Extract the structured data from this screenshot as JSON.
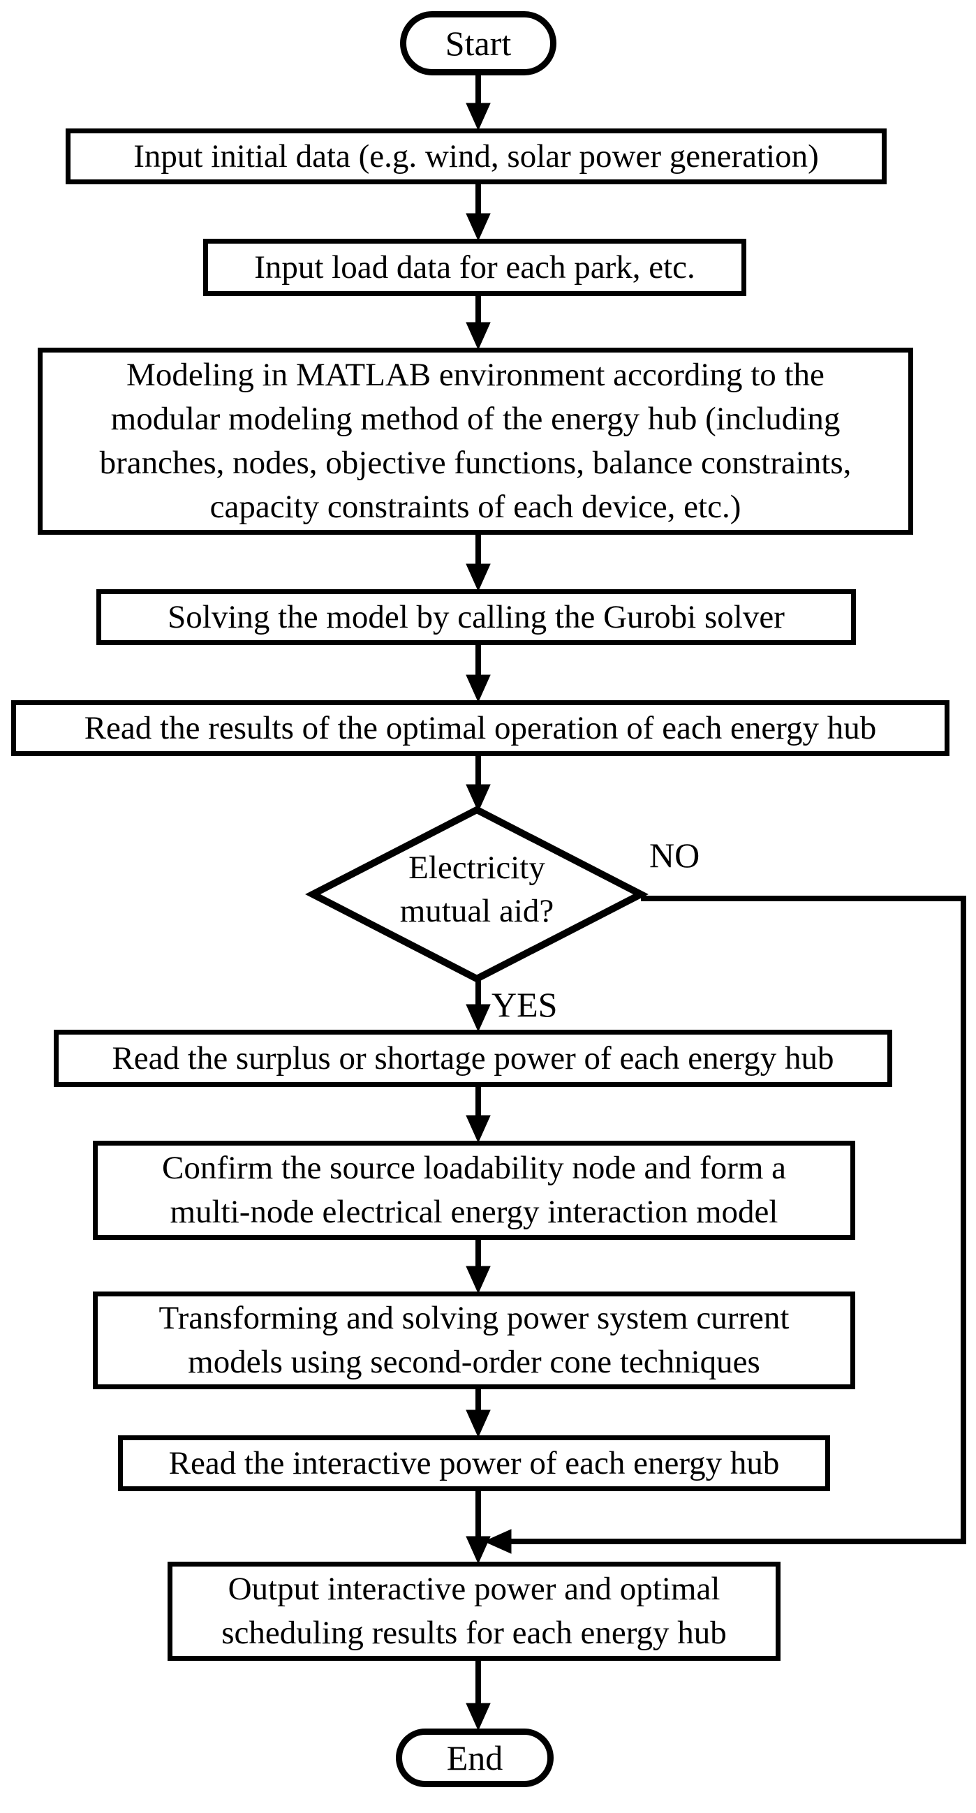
{
  "flowchart": {
    "title": "Energy hub optimal scheduling flowchart",
    "colors": {
      "stroke": "#000000",
      "fill": "#ffffff",
      "text": "#000000"
    },
    "nodes": {
      "start": {
        "type": "terminator",
        "label": "Start"
      },
      "input_initial": {
        "type": "process",
        "label": "Input initial data (e.g. wind, solar power generation)"
      },
      "input_load": {
        "type": "process",
        "label": "Input load data for each park, etc."
      },
      "matlab_modeling": {
        "type": "process",
        "label": "Modeling in MATLAB environment according to the\nmodular modeling method of the energy hub (including\nbranches, nodes, objective functions, balance constraints,\ncapacity constraints of each device, etc.)"
      },
      "solve_gurobi": {
        "type": "process",
        "label": "Solving the model by calling the Gurobi solver"
      },
      "read_results": {
        "type": "process",
        "label": "Read the results of the optimal operation of each energy hub"
      },
      "decision": {
        "type": "decision",
        "label": "Electricity\nmutual aid?"
      },
      "read_surplus": {
        "type": "process",
        "label": "Read the surplus or shortage power of each energy hub"
      },
      "confirm_node": {
        "type": "process",
        "label": "Confirm the source loadability node and form a\nmulti-node electrical energy interaction model"
      },
      "transform_solve": {
        "type": "process",
        "label": "Transforming and solving power system current\nmodels using second-order cone techniques"
      },
      "read_interactive": {
        "type": "process",
        "label": "Read the interactive power of each energy hub"
      },
      "output_results": {
        "type": "process",
        "label": "Output interactive power and optimal\nscheduling results for each energy hub"
      },
      "end": {
        "type": "terminator",
        "label": "End"
      }
    },
    "edge_labels": {
      "yes": "YES",
      "no": "NO"
    },
    "edges": [
      {
        "from": "start",
        "to": "input_initial",
        "label": ""
      },
      {
        "from": "input_initial",
        "to": "input_load",
        "label": ""
      },
      {
        "from": "input_load",
        "to": "matlab_modeling",
        "label": ""
      },
      {
        "from": "matlab_modeling",
        "to": "solve_gurobi",
        "label": ""
      },
      {
        "from": "solve_gurobi",
        "to": "read_results",
        "label": ""
      },
      {
        "from": "read_results",
        "to": "decision",
        "label": ""
      },
      {
        "from": "decision",
        "to": "read_surplus",
        "label": "YES"
      },
      {
        "from": "decision",
        "to": "output_results",
        "label": "NO"
      },
      {
        "from": "read_surplus",
        "to": "confirm_node",
        "label": ""
      },
      {
        "from": "confirm_node",
        "to": "transform_solve",
        "label": ""
      },
      {
        "from": "transform_solve",
        "to": "read_interactive",
        "label": ""
      },
      {
        "from": "read_interactive",
        "to": "output_results",
        "label": ""
      },
      {
        "from": "output_results",
        "to": "end",
        "label": ""
      }
    ]
  }
}
